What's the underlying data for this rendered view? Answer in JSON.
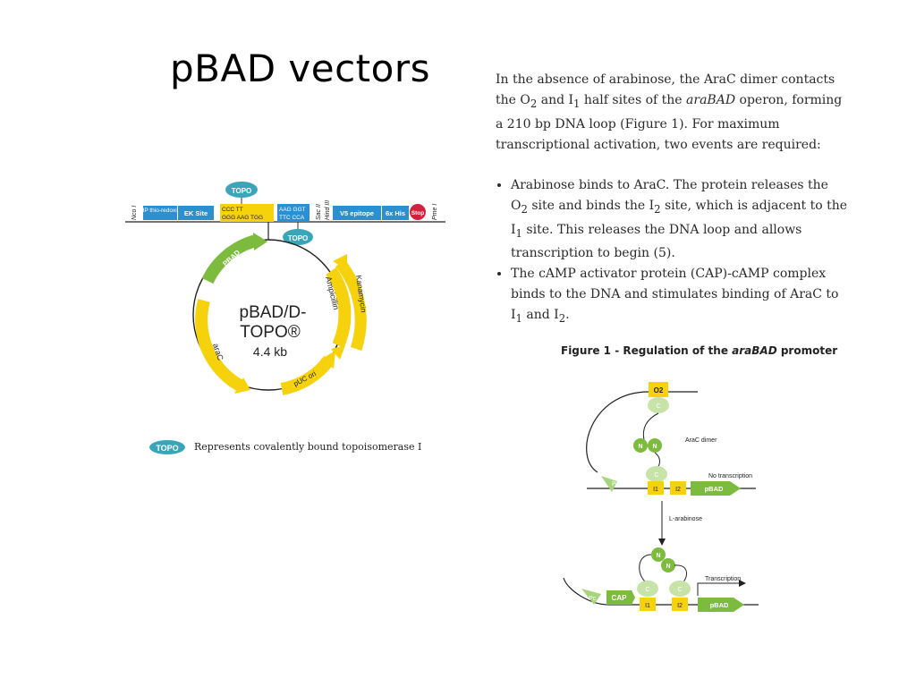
{
  "slide": {
    "title": "pBAD vectors"
  },
  "paragraph1": {
    "p1": "In the absence of arabinose, the AraC dimer contacts the O",
    "s1": "2",
    "p2": " and I",
    "s2": "1",
    "p3": " half sites of the ",
    "em": "araBAD",
    "p4": " operon, forming a 210 bp DNA loop (Figure 1). For maximum transcriptional activation, two events are required:"
  },
  "bullet1": {
    "p1": "Arabinose binds to AraC. The protein releases the O",
    "s1": "2",
    "p2": " site and binds the I",
    "s2": "2",
    "p3": " site, which is adjacent to the I",
    "s3": "1",
    "p4": " site. This releases the DNA loop and allows transcription to begin (5)."
  },
  "bullet2": {
    "p1": "The cAMP activator protein (CAP)-cAMP complex binds to the DNA and stimulates binding of AraC to I",
    "s1": "1",
    "p2": " and I",
    "s2": "2",
    "p3": "."
  },
  "figure1": {
    "caption_prefix": "Figure 1 - Regulation of the ",
    "caption_em": "araBAD",
    "caption_suffix": " promoter",
    "o2": "O2",
    "c": "C",
    "n": "N",
    "arac_dimer": "AraC dimer",
    "no_transcription": "No transcription",
    "pc": "Pc",
    "i1": "I1",
    "i2": "I2",
    "pbad": "pBAD",
    "l_arabinose": "L-arabinose",
    "transcription": "Transcription",
    "cap": "CAP"
  },
  "plasmid": {
    "topo": "TOPO",
    "nco": "Nco I",
    "hp": "HP thio-redoxin",
    "ek": "EK Site",
    "seq_top_left": "CCC TT",
    "seq_bottom_left": "GGG AAG TGG",
    "seq_top_right": "AAG GGT",
    "seq_bottom_right": "TTC CCA",
    "sac": "Sac II",
    "hind": "Hind III",
    "v5": "V5 epitope",
    "his": "6x His",
    "stop": "Stop",
    "pme": "Pme I",
    "name_line1": "pBAD/D-",
    "name_line2": "TOPO®",
    "size": "4.4 kb",
    "pbad_label": "PBAD",
    "arac_label": "araC",
    "amp_label": "Ampicillin",
    "kan_label": "Kanamycin",
    "puc_label": "pUC ori",
    "legend": "Represents covalently bound topoisomerase I"
  },
  "colors": {
    "green": "#7dbb3e",
    "yellow": "#f5d20c",
    "blue": "#2b8fd0",
    "light_green": "#c8e3a8",
    "stop_red": "#d51f3f",
    "topo_teal": "#3aa5b8"
  }
}
